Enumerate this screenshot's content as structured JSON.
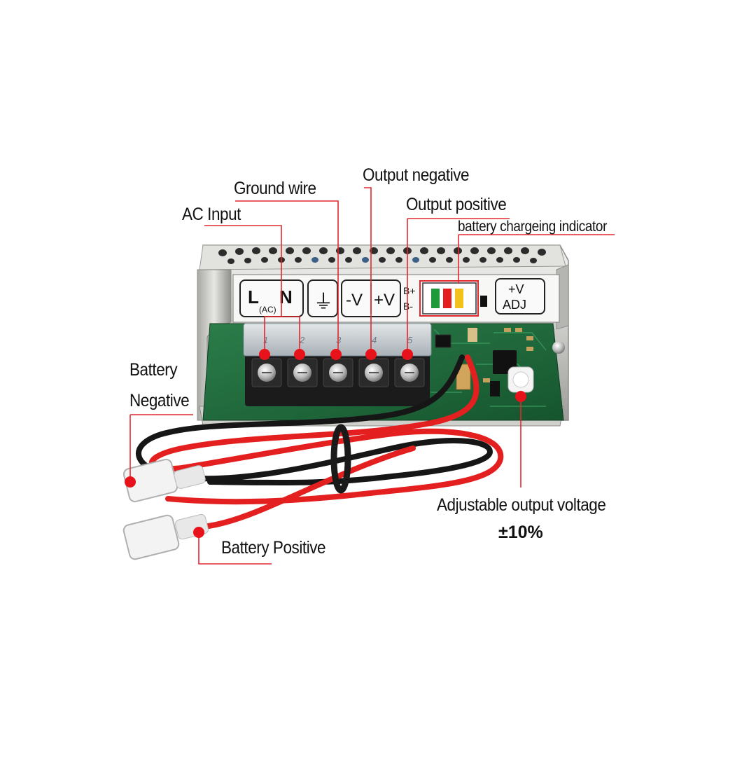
{
  "callouts": {
    "output_negative": "Output negative",
    "ground_wire": "Ground wire",
    "output_positive": "Output positive",
    "ac_input": "AC  Input",
    "battery_indicator": "battery chargeing indicator",
    "battery_negative_1": "Battery",
    "battery_negative_2": "Negative",
    "adjustable_voltage": "Adjustable output voltage",
    "adjustable_tolerance": "±10%",
    "battery_positive": "Battery Positive"
  },
  "panel_label": {
    "line": "L",
    "neutral": "N",
    "ac": "(AC)",
    "ground_symbol": "⏚",
    "neg_v": "-V",
    "pos_v": "+V",
    "b_plus": "B+",
    "b_minus": "B-",
    "adj_top": "+V",
    "adj_bottom": "ADJ"
  },
  "terminal_numbers": [
    "1",
    "2",
    "3",
    "4",
    "5"
  ],
  "colors": {
    "callout_line": "#e0282e",
    "marker": "#e8131a",
    "wire_red": "#e3201f",
    "wire_black": "#161616",
    "pcb": "#1f6b3c",
    "chassis": "#d8d8d6"
  }
}
